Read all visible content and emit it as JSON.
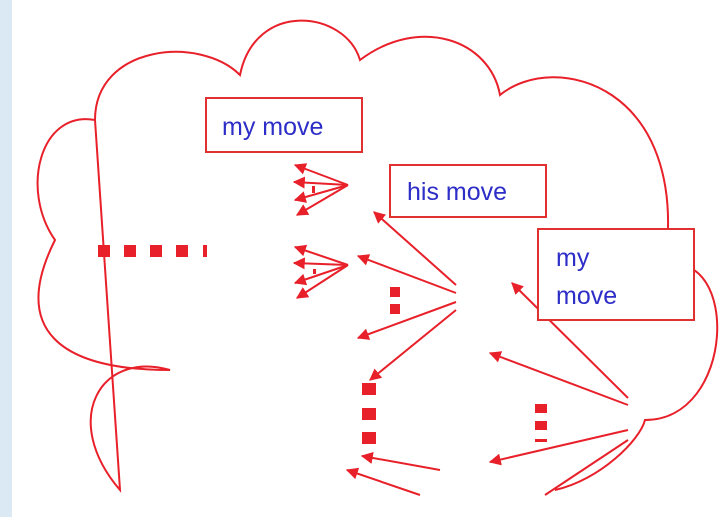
{
  "colors": {
    "stroke": "#e8202a",
    "box_border": "#e03030",
    "label_text": "#2d2dc8",
    "background": "#ffffff",
    "edge_strip": "#dbe9f5"
  },
  "labels": {
    "my_move_1": "my move",
    "his_move": "his move",
    "my_move_2_line1": "my",
    "my_move_2_line2": "move"
  }
}
